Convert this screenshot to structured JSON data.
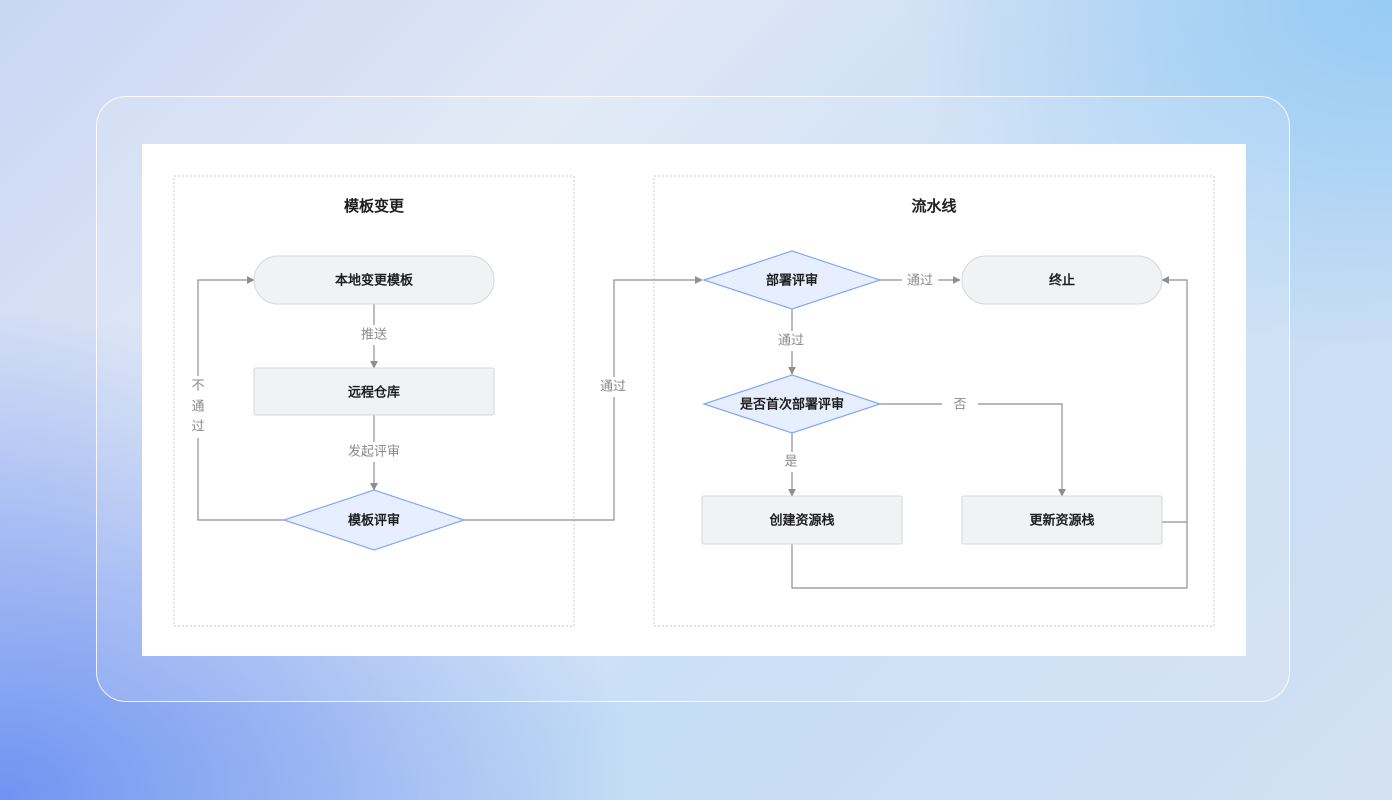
{
  "groups": {
    "template_change": {
      "title": "模板变更"
    },
    "pipeline": {
      "title": "流水线"
    }
  },
  "nodes": {
    "local_change": "本地变更模板",
    "remote_repo": "远程仓库",
    "template_review": "模板评审",
    "deploy_review": "部署评审",
    "terminate": "终止",
    "first_review": "是否首次部署评审",
    "create_stack": "创建资源栈",
    "update_stack": "更新资源栈"
  },
  "edges": {
    "push": "推送",
    "start_review": "发起评审",
    "reject_1": "不",
    "reject_2": "通",
    "reject_3": "过",
    "pass_to_pipeline": "通过",
    "deploy_pass_terminate": "通过",
    "deploy_pass_down": "通过",
    "first_no": "否",
    "first_yes": "是"
  },
  "colors": {
    "diamond_fill": "#e7effe",
    "diamond_stroke": "#82aaf0",
    "node_fill": "#f1f2f4",
    "edge": "#8f8f8f"
  }
}
